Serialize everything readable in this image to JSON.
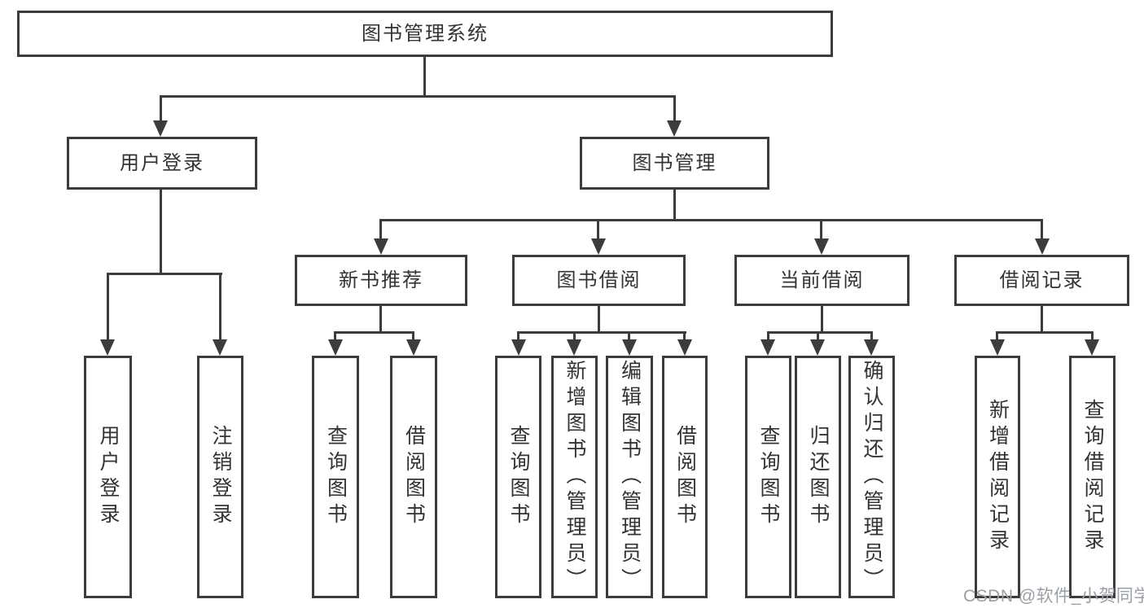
{
  "diagram": {
    "title_note": "functional structure chart of a library management system",
    "root": {
      "label": "图书管理系统"
    },
    "level2": [
      {
        "label": "用户登录"
      },
      {
        "label": "图书管理"
      }
    ],
    "level3": [
      {
        "label": "新书推荐"
      },
      {
        "label": "图书借阅"
      },
      {
        "label": "当前借阅"
      },
      {
        "label": "借阅记录"
      }
    ],
    "leaves": {
      "user_login": [
        {
          "label": "用户登录"
        },
        {
          "label": "注销登录"
        }
      ],
      "new_book_recommend": [
        {
          "label": "查询图书"
        },
        {
          "label": "借阅图书"
        }
      ],
      "book_borrow": [
        {
          "label": "查询图书"
        },
        {
          "label": "新增图书（管理员）"
        },
        {
          "label": "编辑图书（管理员）"
        },
        {
          "label": "借阅图书"
        }
      ],
      "current_borrow": [
        {
          "label": "查询图书"
        },
        {
          "label": "归还图书"
        },
        {
          "label": "确认归还（管理员）"
        }
      ],
      "borrow_records": [
        {
          "label": "新增借阅记录"
        },
        {
          "label": "查询借阅记录"
        }
      ]
    }
  },
  "watermark": {
    "text": "CSDN @软件_小贺同学"
  },
  "colors": {
    "line": "#3c3c3c",
    "text": "#333333",
    "background": "#ffffff",
    "watermark": "#9aa0a6"
  }
}
